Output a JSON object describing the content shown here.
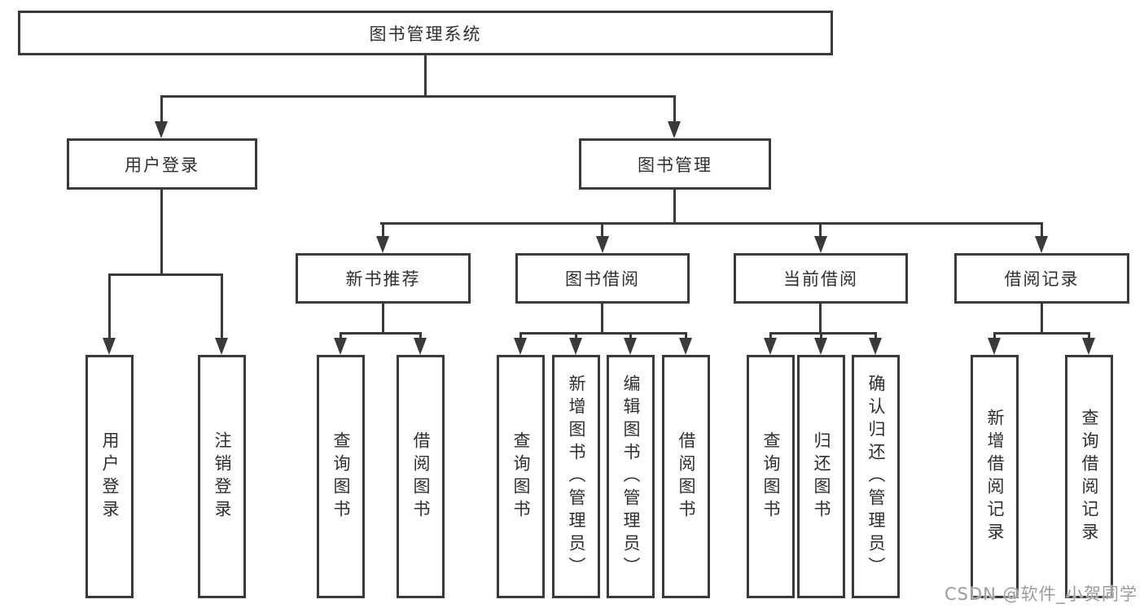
{
  "diagram": {
    "root": {
      "label": "图书管理系统",
      "children": [
        {
          "label": "用户登录",
          "children": [
            {
              "label": "用户登录"
            },
            {
              "label": "注销登录"
            }
          ]
        },
        {
          "label": "图书管理",
          "children": [
            {
              "label": "新书推荐",
              "children": [
                {
                  "label": "查询图书"
                },
                {
                  "label": "借阅图书"
                }
              ]
            },
            {
              "label": "图书借阅",
              "children": [
                {
                  "label": "查询图书"
                },
                {
                  "label": "新增图书（管理员）"
                },
                {
                  "label": "编辑图书（管理员）"
                },
                {
                  "label": "借阅图书"
                }
              ]
            },
            {
              "label": "当前借阅",
              "children": [
                {
                  "label": "查询图书"
                },
                {
                  "label": "归还图书"
                },
                {
                  "label": "确认归还（管理员）"
                }
              ]
            },
            {
              "label": "借阅记录",
              "children": [
                {
                  "label": "新增借阅记录"
                },
                {
                  "label": "查询借阅记录"
                }
              ]
            }
          ]
        }
      ]
    },
    "watermark": "CSDN @软件_小贺同学",
    "colors": {
      "line": "#3a3a3a",
      "text": "#2f2f2f",
      "watermark": "#9c9c9c",
      "background": "#ffffff"
    }
  }
}
